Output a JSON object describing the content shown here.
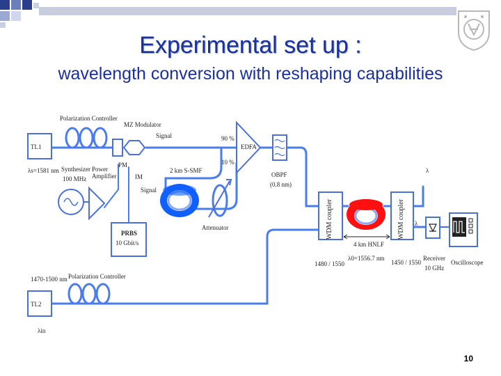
{
  "slide": {
    "title": "Experimental set up :",
    "subtitle": "wavelength conversion with reshaping capabilities",
    "page_number": "10"
  },
  "diagram": {
    "laser1": "TL1",
    "laser1_wavelength": "λs=1581 nm",
    "laser2": "TL2",
    "laser2_wavelength": "1470-1500 nm",
    "laser2_symbol": "λin",
    "polarization_controller_top": "Polarization Controller",
    "polarization_controller_bottom": "Polarization Controller",
    "mz_modulator": "MZ Modulator",
    "signal_top": "Signal",
    "signal_bottom": "Signal",
    "pm": "PM",
    "im": "IM",
    "synthesizer": "Synthesizer",
    "synthesizer_freq": "100 MHz",
    "power_amplifier": "Power Amplifier",
    "smf": "2 km S-SMF",
    "attenuator": "Attenuator",
    "split_90": "90 %",
    "split_10": "10 %",
    "edfa": "EDFA",
    "obpf": "OBPF",
    "obpf_bw": "(0.8 nm)",
    "lambda_top": "λ",
    "prbs": "PRBS",
    "prbs_rate": "10 Gbit/s",
    "wdm_left": "WDM coupler",
    "wdm_right": "WDM coupler",
    "wdm_left_range": "1480 / 1550",
    "wdm_right_range": "1450 / 1550",
    "hnlf": "4 km HNLF",
    "hnlf_lambda": "λ0=1556.7 nm",
    "lambda_out": "λ",
    "receiver": "Receiver",
    "receiver_bw": "10 GHz",
    "oscilloscope": "Oscilloscope"
  },
  "colors": {
    "title": "#1a2fa0",
    "fiber": "#4a7cf0",
    "spool_blue": "#1060ff",
    "spool_red": "#ff1010",
    "corner_squares": "#2a3f8c"
  }
}
